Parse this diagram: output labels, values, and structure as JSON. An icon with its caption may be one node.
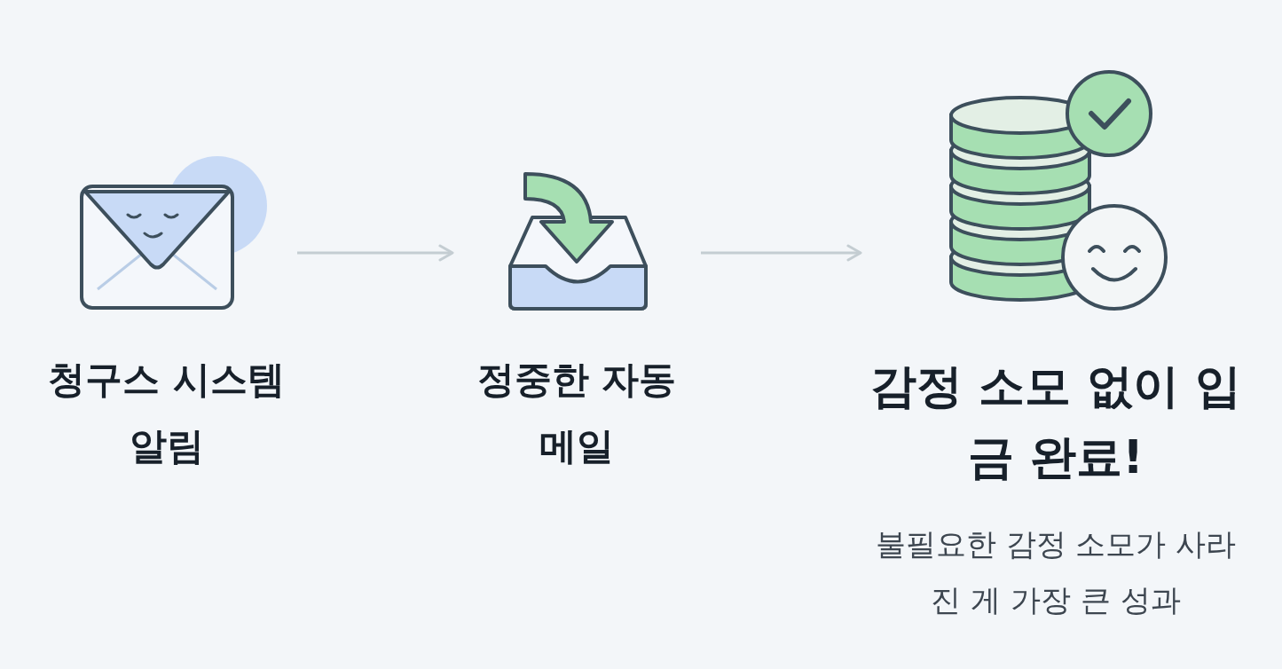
{
  "diagram": {
    "nodes": [
      {
        "text": [
          "청구스 시스템 알림"
        ]
      },
      {
        "text": [
          "정중한 자동 메일"
        ]
      },
      {
        "text": [
          "감정 소모 없이 입금 완료!"
        ],
        "beside": [
          "불필요한 감정 소모가 사라진 게 가장 큰 성과"
        ]
      }
    ],
    "edges": [
      {
        "from": 0,
        "to": 1,
        "arrow": "to"
      },
      {
        "from": 1,
        "to": 2,
        "arrow": "to"
      }
    ]
  }
}
